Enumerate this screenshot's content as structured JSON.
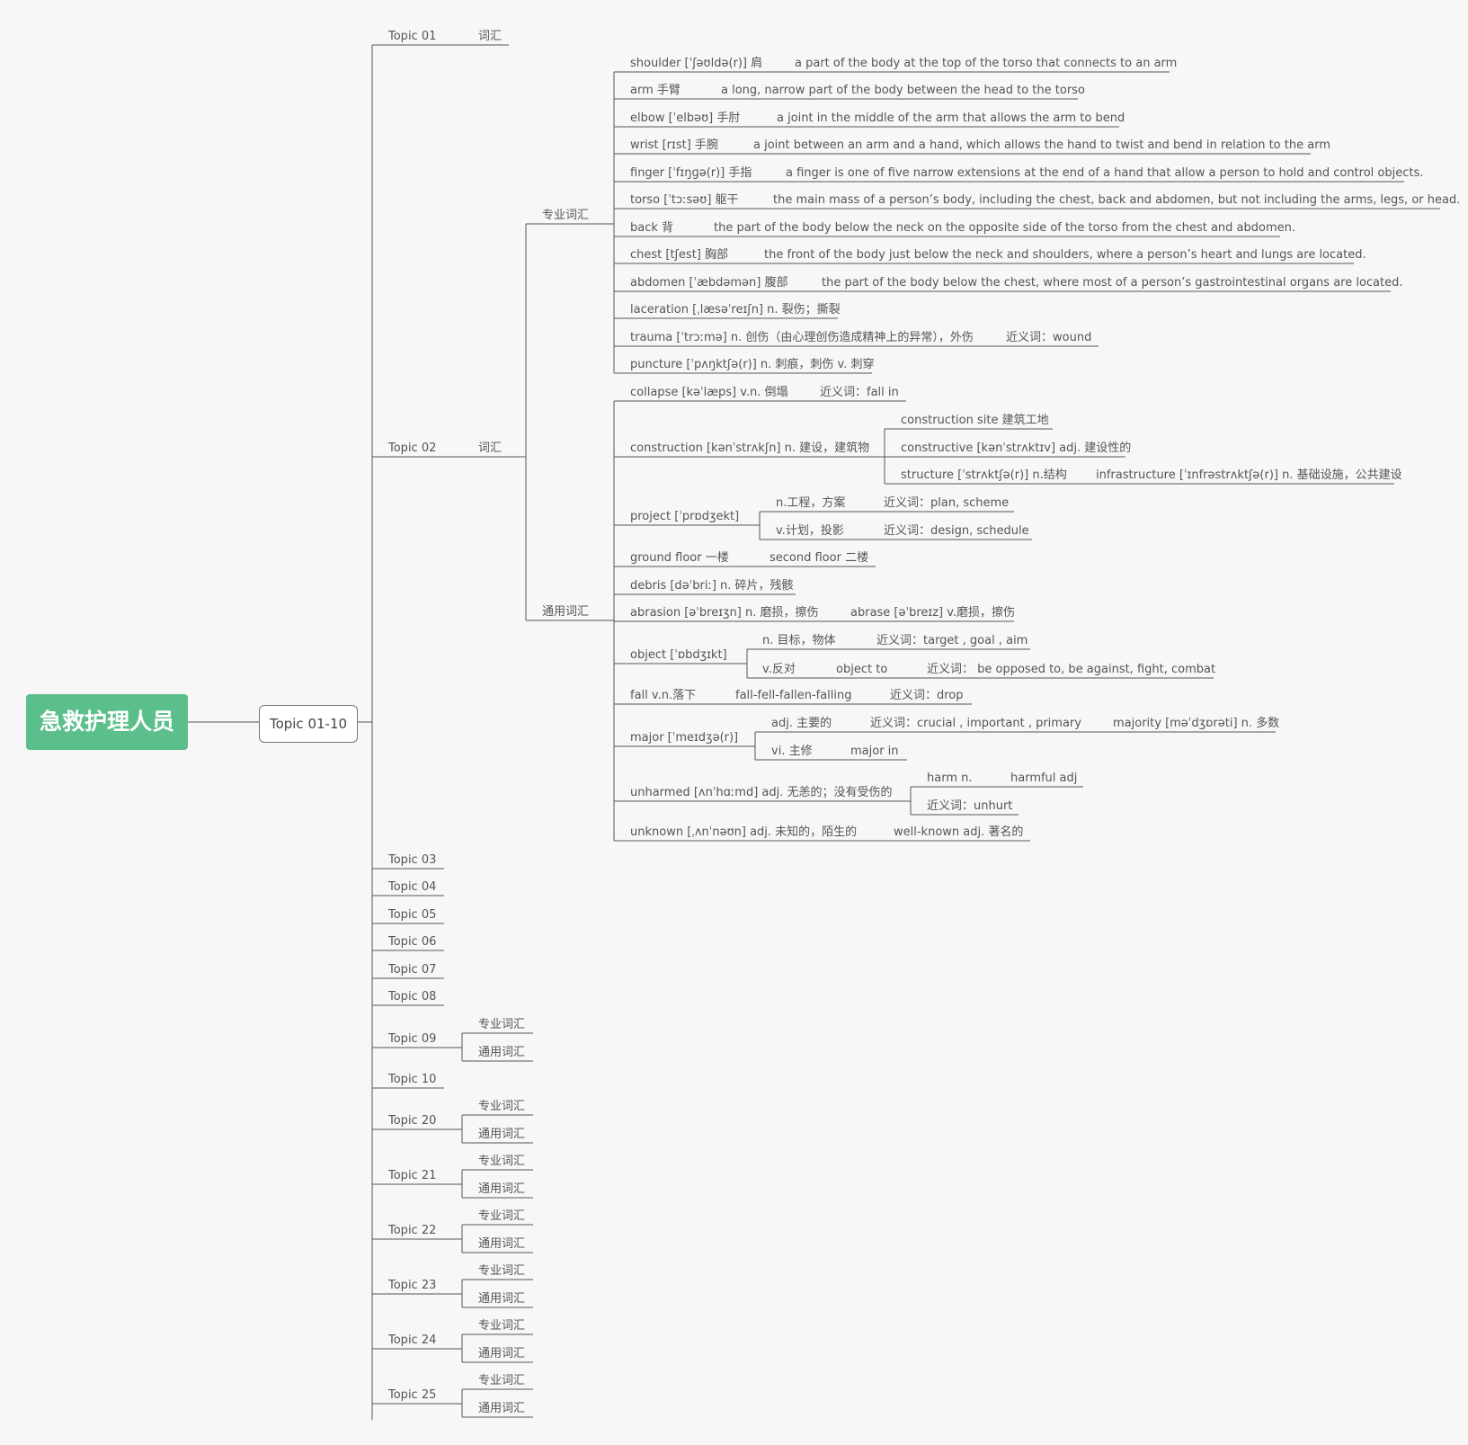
{
  "root": "急救护理人员",
  "branch": "Topic 01-10",
  "topic01": {
    "label": "Topic 01",
    "sub": "词汇"
  },
  "topic02": {
    "label": "Topic 02",
    "sub": "词汇",
    "pro": "专业词汇",
    "gen": "通用词汇"
  },
  "pro_items": [
    {
      "text": "shoulder [ˈʃəʊldə(r)] 肩",
      "def": "a part of the body at the top of the torso that connects to an arm"
    },
    {
      "text": "arm 手臂",
      "def": "a long, narrow part of the body between the head to the torso"
    },
    {
      "text": "elbow [ˈelbəʊ] 手肘",
      "def": "a joint in the middle of the arm that allows the arm to bend"
    },
    {
      "text": "wrist [rɪst] 手腕",
      "def": "a joint between an arm and a hand, which allows the hand to twist and bend in relation to the arm"
    },
    {
      "text": "finger [ˈfɪŋɡə(r)] 手指",
      "def": "a finger is one of five narrow extensions at the end of a hand that allow a person to hold and control objects."
    },
    {
      "text": "torso [ˈtɔːsəʊ] 躯干",
      "def": "the main mass of a person’s body, including the chest, back and abdomen, but not including the arms, legs, or head."
    },
    {
      "text": "back 背",
      "def": "the part of the body below the neck on the opposite side of the torso from the chest and abdomen."
    },
    {
      "text": "chest  [tʃest] 胸部",
      "def": "the front of the body just below the neck and shoulders, where a person’s heart and lungs are located."
    },
    {
      "text": "abdomen [ˈæbdəmən] 腹部",
      "def": "the part of the body below the chest, where most of a person’s gastrointestinal organs are located."
    },
    {
      "text": "laceration [ˌlæsəˈreɪʃn] n. 裂伤；撕裂",
      "def": ""
    },
    {
      "text": "trauma [ˈtrɔːmə] n. 创伤（由心理创伤造成精神上的异常），外伤",
      "def": "近义词：wound"
    },
    {
      "text": "puncture [ˈpʌŋktʃə(r)] n. 刺痕，刺伤 v. 刺穿",
      "def": ""
    }
  ],
  "gen": {
    "collapse": {
      "text": "collapse [kəˈlæps] v.n. 倒塌",
      "syn": "近义词：fall in"
    },
    "construction": {
      "text": "construction [kənˈstrʌkʃn] n. 建设，建筑物",
      "c1": "construction site 建筑工地",
      "c2": "constructive [kənˈstrʌktɪv] adj. 建设性的",
      "c3": "structure [ˈstrʌktʃə(r)] n.结构",
      "c3b": "infrastructure [ˈɪnfrəstrʌktʃə(r)] n. 基础设施，公共建设"
    },
    "project": {
      "text": "project  [ˈprɒdʒekt]",
      "n": "n.工程，方案",
      "nsyn": "近义词：plan, scheme",
      "v": "v.计划，投影",
      "vsyn": "近义词：design, schedule"
    },
    "ground": {
      "text": "ground floor 一楼",
      "b": "second floor 二楼"
    },
    "debris": {
      "text": "debris [dəˈbriː] n. 碎片，残骸"
    },
    "abrasion": {
      "text": "abrasion [əˈbreɪʒn] n. 磨损，擦伤",
      "b": "abrase [əˈbreɪz] v.磨损，擦伤"
    },
    "object": {
      "text": "object [ˈɒbdʒɪkt]",
      "n": "n. 目标，物体",
      "nsyn": "近义词：target , goal , aim",
      "v": "v.反对",
      "vb": "object to",
      "vsyn": "近义词：  be opposed to, be against, fight, combat"
    },
    "fall": {
      "text": "fall v.n.落下",
      "b": "fall-fell-fallen-falling",
      "syn": "近义词：drop"
    },
    "major": {
      "text": "major [ˈmeɪdʒə(r)]",
      "a": "adj. 主要的",
      "asyn": "近义词：crucial , important , primary",
      "ab": "majority [məˈdʒɒrəti] n. 多数",
      "v": "vi. 主修",
      "vb": "major in"
    },
    "unharmed": {
      "text": "unharmed [ʌnˈhɑːmd] adj. 无恙的；没有受伤的",
      "a": "harm n.",
      "ab": "harmful adj",
      "syn": "近义词：unhurt"
    },
    "unknown": {
      "text": "unknown [ˌʌnˈnəʊn] adj. 未知的，陌生的",
      "b": "well-known adj. 著名的"
    }
  },
  "simple_topics": [
    "Topic 03",
    "Topic 04",
    "Topic 05",
    "Topic 06",
    "Topic 07",
    "Topic 08"
  ],
  "topic09": "Topic 09",
  "topic10": "Topic 10",
  "pro_label": "专业词汇",
  "gen_label": "通用词汇",
  "later_topics": [
    "Topic 20",
    "Topic 21",
    "Topic 22",
    "Topic 23",
    "Topic 24",
    "Topic 25"
  ]
}
